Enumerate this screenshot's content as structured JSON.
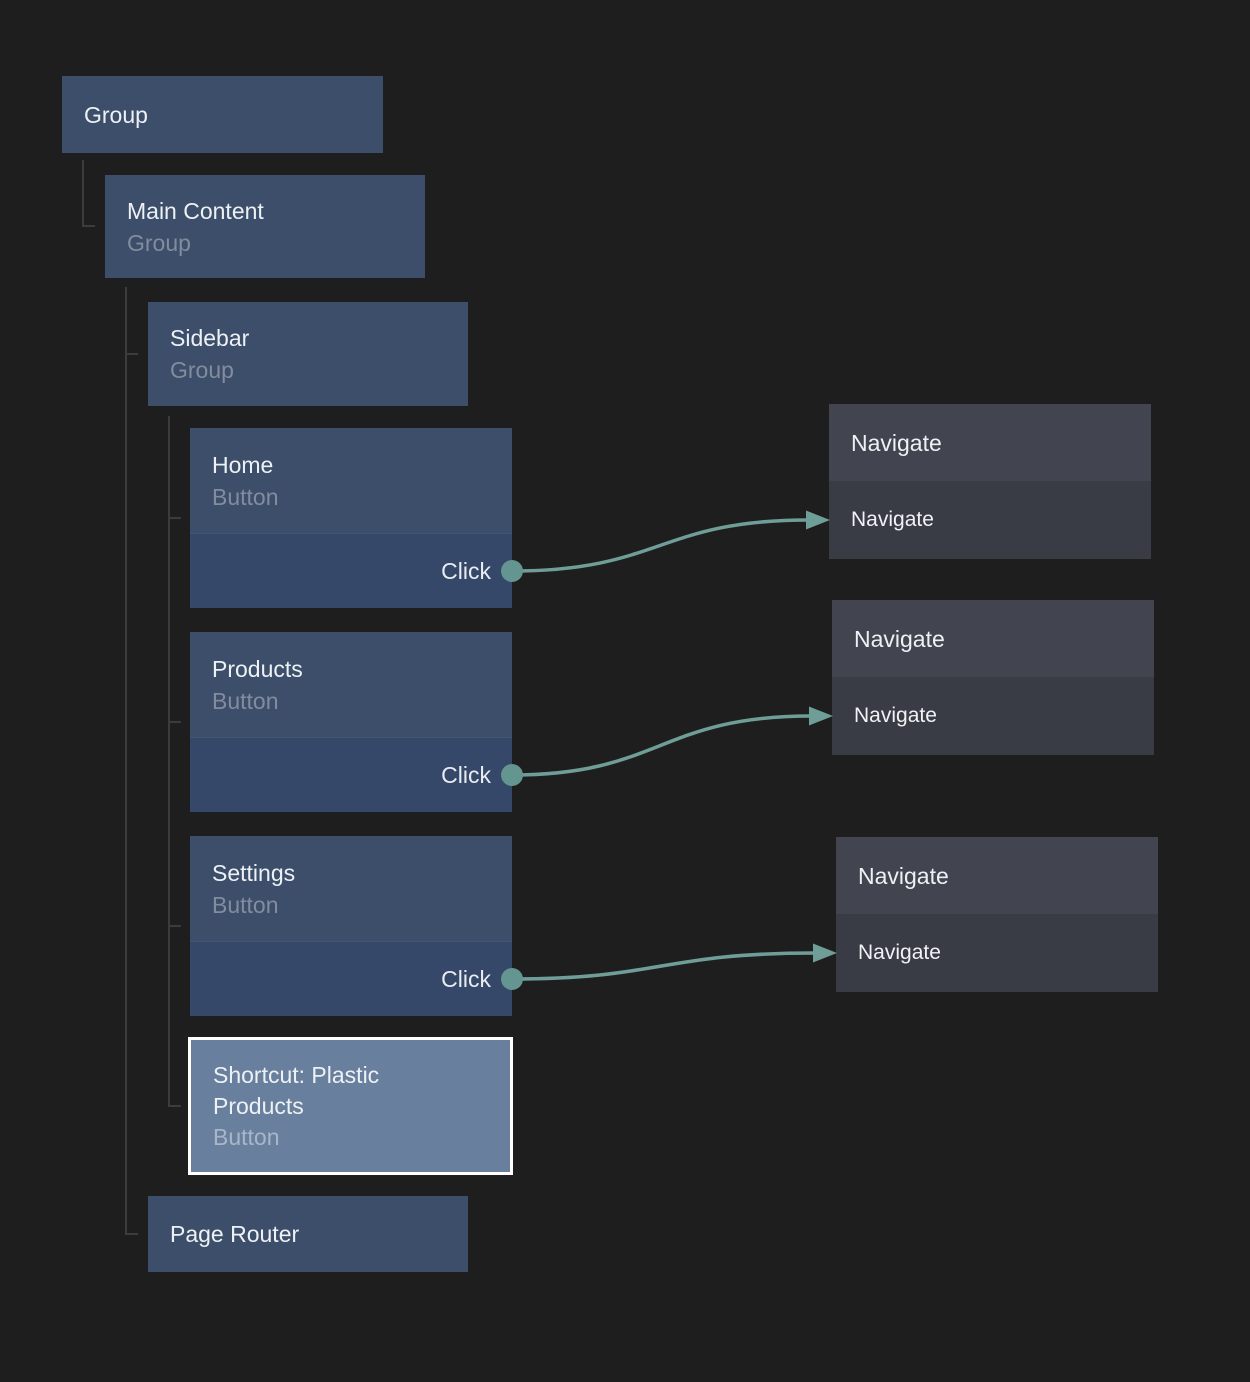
{
  "colors": {
    "background": "#1f1e1e",
    "node_fill": "#3c4e6a",
    "node_action_row_fill": "#36486a",
    "selected_node_fill": "#68809e",
    "selected_node_border": "#ffffff",
    "navigate_header_fill": "#424450",
    "navigate_body_fill": "#393b45",
    "edge_teal": "#6f9e99",
    "port_teal": "#649591",
    "tree_line": "#3d3b3b",
    "title_text": "#eef1f4",
    "subtitle_text": "#828c9d"
  },
  "nodes": {
    "group": {
      "title": "Group"
    },
    "main_content": {
      "title": "Main Content",
      "type_label": "Group"
    },
    "sidebar": {
      "title": "Sidebar",
      "type_label": "Group"
    },
    "home": {
      "title": "Home",
      "type_label": "Button",
      "event_label": "Click"
    },
    "products": {
      "title": "Products",
      "type_label": "Button",
      "event_label": "Click"
    },
    "settings": {
      "title": "Settings",
      "type_label": "Button",
      "event_label": "Click"
    },
    "shortcut": {
      "title": "Shortcut: Plastic Products",
      "type_label": "Button",
      "selected": true
    },
    "page_router": {
      "title": "Page Router"
    }
  },
  "action_nodes": {
    "navigate1": {
      "header": "Navigate",
      "action_label": "Navigate"
    },
    "navigate2": {
      "header": "Navigate",
      "action_label": "Navigate"
    },
    "navigate3": {
      "header": "Navigate",
      "action_label": "Navigate"
    }
  }
}
